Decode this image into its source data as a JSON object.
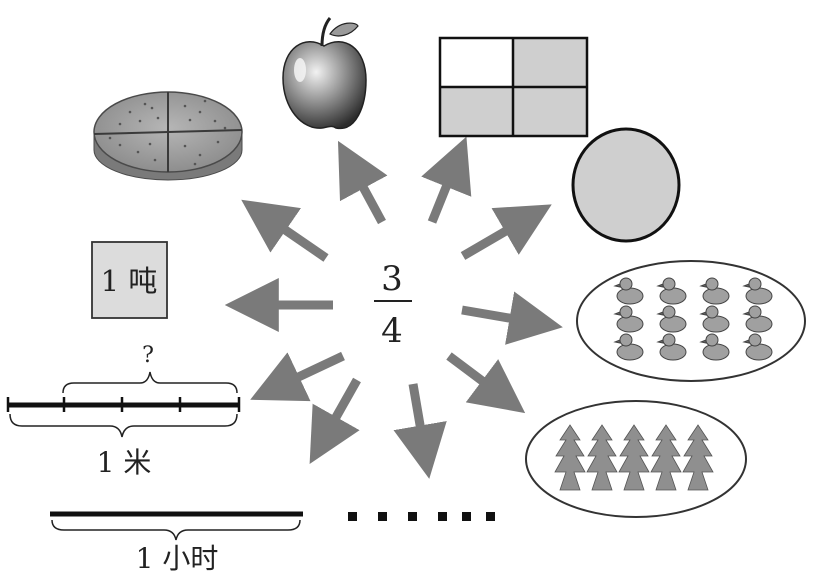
{
  "center_fraction": {
    "numerator": "3",
    "denominator": "4"
  },
  "labels": {
    "ton": "1 吨",
    "question": "?",
    "meter": "1 米",
    "hour": "1 小时",
    "ellipsis": "……"
  },
  "colors": {
    "arrow": "#7a7a7a",
    "fill_gray": "#cfcfcf",
    "stroke": "#111111"
  },
  "icons": {
    "cake": "cake-icon",
    "apple": "apple-icon",
    "rectangle": "rectangle-icon",
    "circle": "circle-icon",
    "ducks": "ducks-group-icon",
    "trees": "trees-group-icon"
  }
}
